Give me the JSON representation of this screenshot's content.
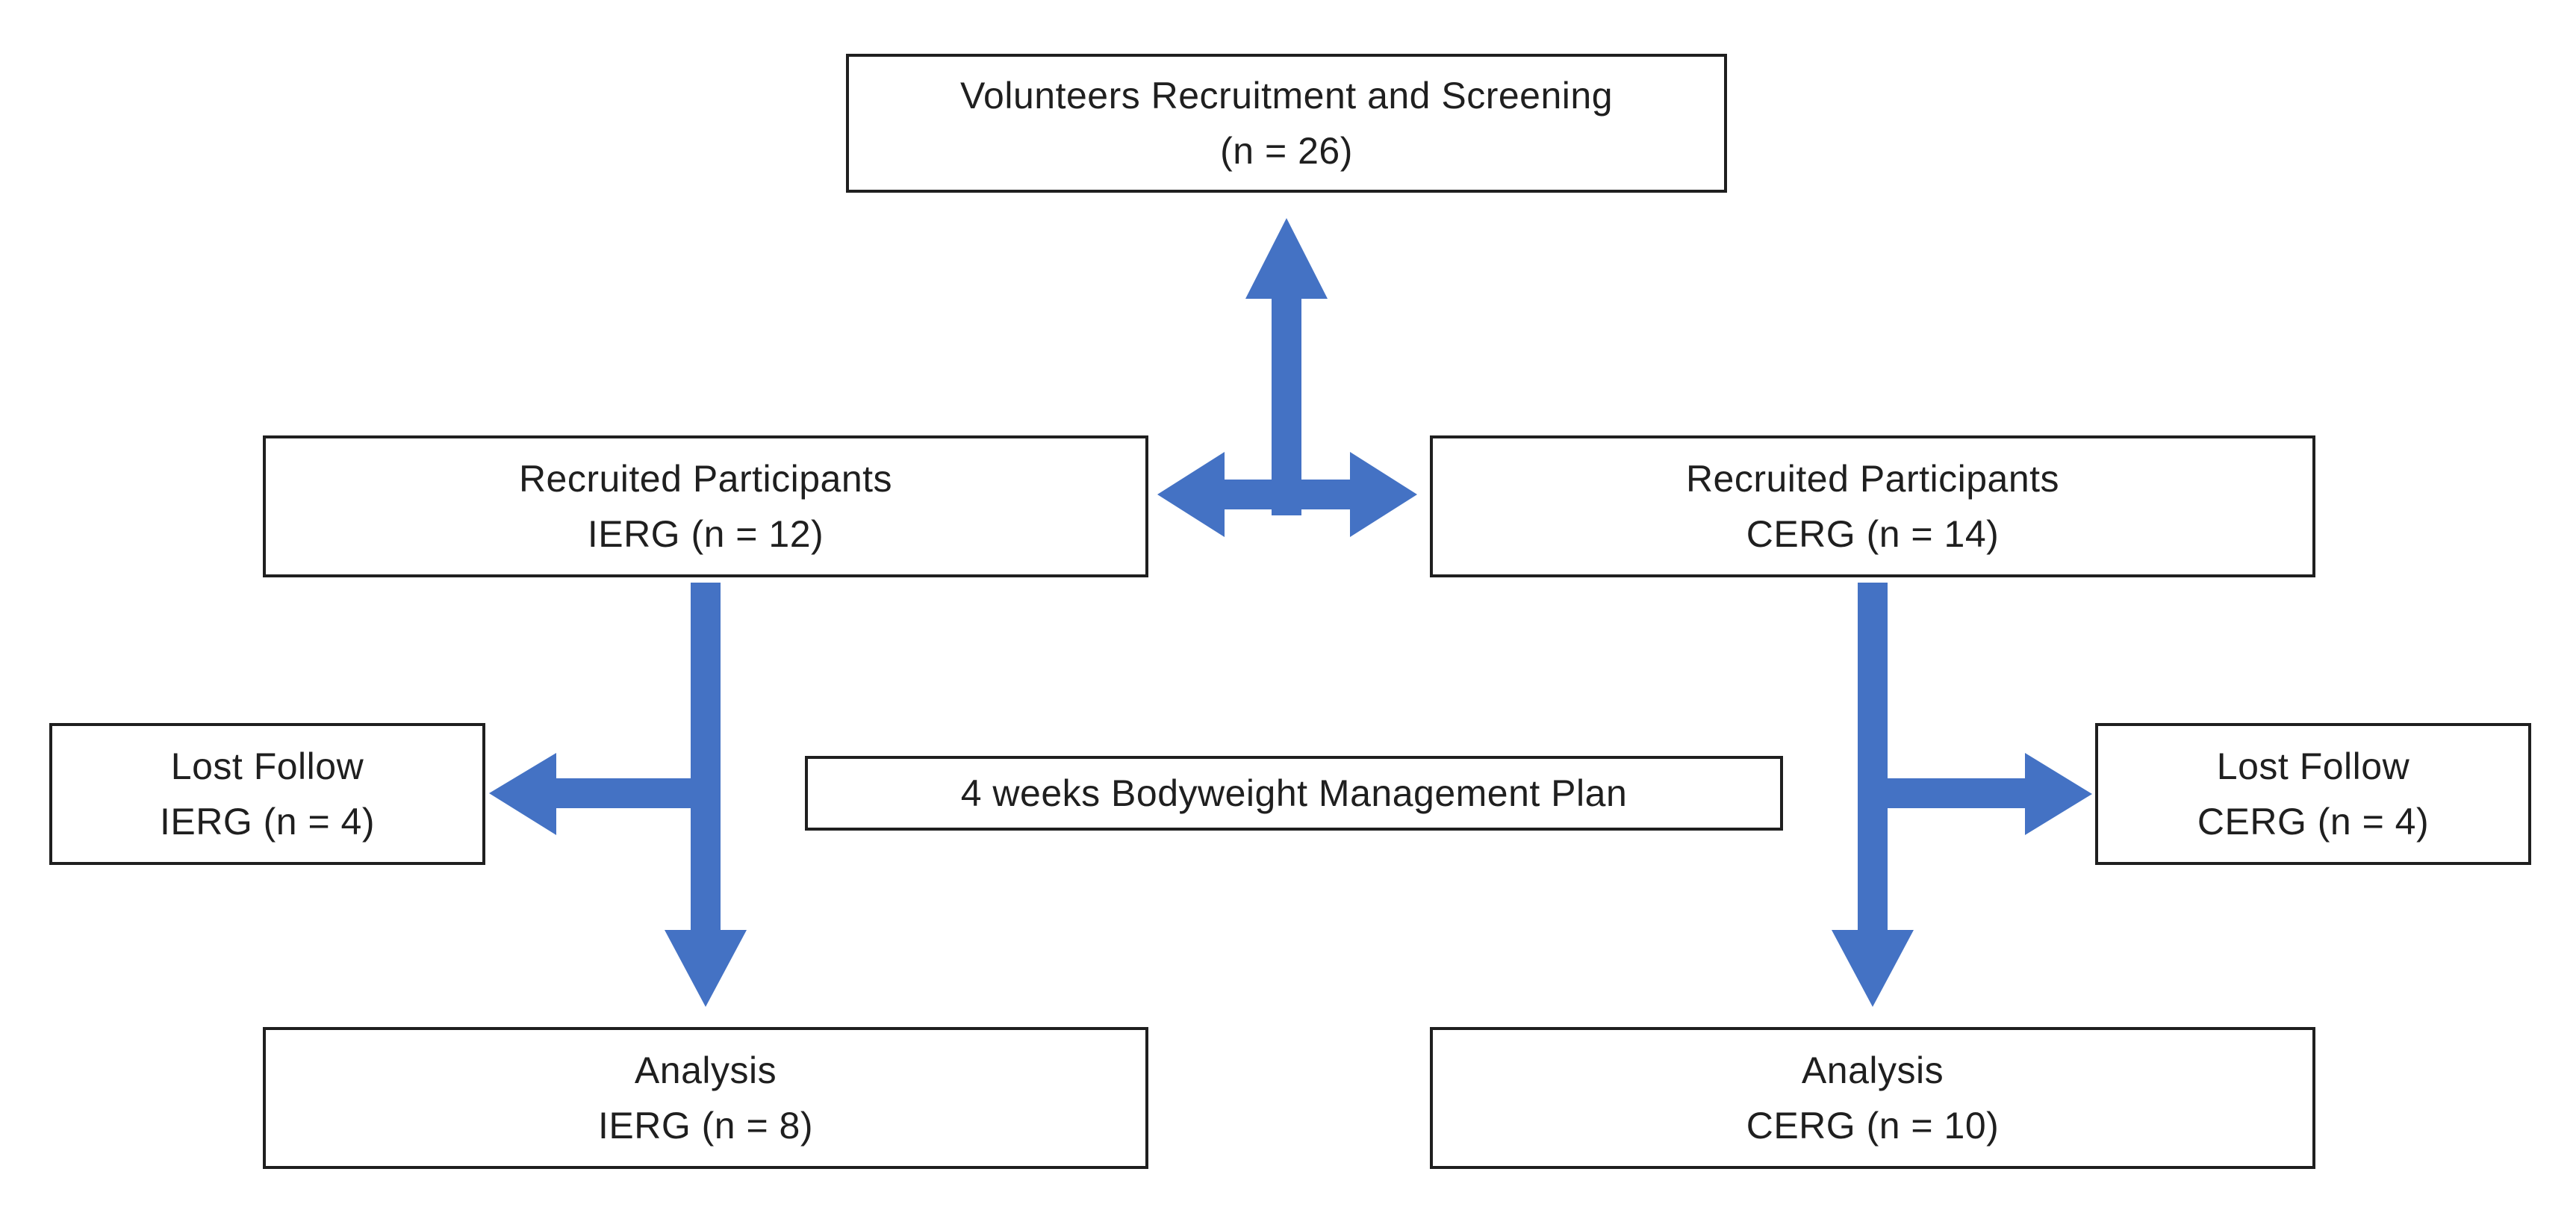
{
  "diagram": {
    "boxes": {
      "screening": {
        "lines": [
          "Volunteers Recruitment and Screening",
          "(n = 26)"
        ]
      },
      "recruited_ierg": {
        "lines": [
          "Recruited Participants",
          "IERG (n = 12)"
        ]
      },
      "recruited_cerg": {
        "lines": [
          "Recruited Participants",
          "CERG (n = 14)"
        ]
      },
      "lost_ierg": {
        "lines": [
          "Lost Follow",
          "IERG (n = 4)"
        ]
      },
      "plan": {
        "lines": [
          "4 weeks Bodyweight Management Plan"
        ]
      },
      "lost_cerg": {
        "lines": [
          "Lost Follow",
          "CERG (n = 4)"
        ]
      },
      "analysis_ierg": {
        "lines": [
          "Analysis",
          "IERG (n = 8)"
        ]
      },
      "analysis_cerg": {
        "lines": [
          "Analysis",
          "CERG (n = 10)"
        ]
      }
    },
    "colors": {
      "arrow": "#4472C4",
      "box_border": "#1f1f1f",
      "box_bg": "#ffffff",
      "text": "#1f1f1f",
      "page_bg": "#ffffff"
    }
  }
}
